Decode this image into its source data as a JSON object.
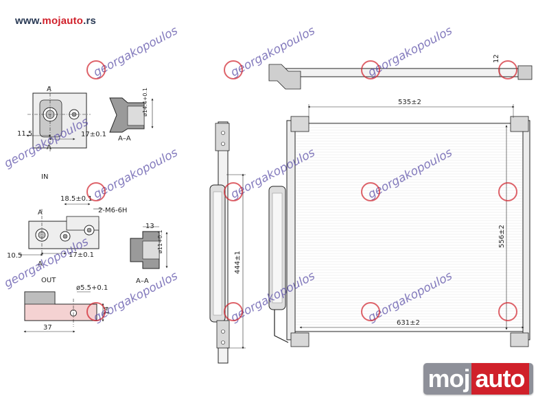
{
  "header": {
    "url_prefix": "www.",
    "url_brand": "mojauto",
    "url_suffix": ".rs"
  },
  "watermark": {
    "text": "georgakopoulos"
  },
  "logo_badge": {
    "left": "moj",
    "right": "auto"
  },
  "section_labels": {
    "section_a": "A",
    "section_a_a": "A–A",
    "in": "IN",
    "out": "OUT"
  },
  "dimensions": {
    "in_width": "11.5",
    "in_spacing": "17±0.1",
    "in_diameter": "ø14.4+0.1",
    "out_spacing_top": "18.5±0.1",
    "out_thread": "2-M6-6H",
    "out_left": "10.5",
    "out_spacing": "17±0.1",
    "out_height": "13",
    "out_diameter": "ø11+0.1",
    "bracket_hole": "ø5.5+0.1",
    "bracket_height": "14",
    "bracket_width": "37",
    "top_right": "12",
    "core_width": "535±2",
    "core_height": "556±2",
    "bottom_width": "631±2",
    "tank_height": "444±1"
  },
  "colors": {
    "line": "#222222",
    "dim_fill": "#8a8a8a",
    "bracket_fill": "#f4d2d2",
    "watermark": "#5b4fa8",
    "brand_red": "#d0202a"
  }
}
